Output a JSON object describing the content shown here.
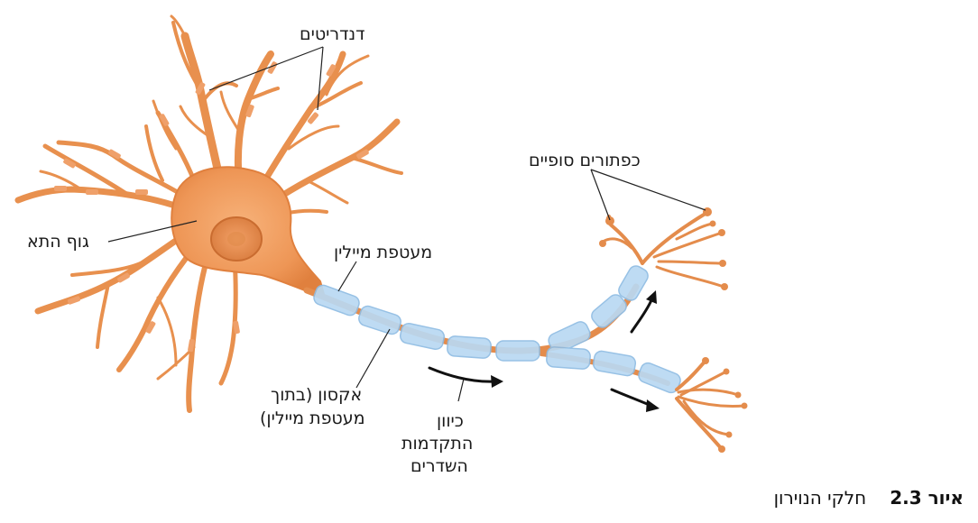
{
  "labels": {
    "dendrites": "דנדריטים",
    "cell_body": "גוף התא",
    "myelin_sheath": "מעטפת מיילין",
    "axon_line1": "אקסון (בתוך",
    "axon_line2": "מעטפת מיילין)",
    "direction_line1": "כיוון",
    "direction_line2": "התקדמות",
    "direction_line3": "השדרים",
    "terminals": "כפתורים סופיים"
  },
  "caption": {
    "number": "איור 2.3",
    "title": "חלקי הנוירון"
  },
  "colors": {
    "neuron": "#F4A566",
    "neuron_dark": "#D9783A",
    "myelin": "#B9D9F2",
    "myelin_edge": "#8FBCE3",
    "line": "#222222"
  }
}
